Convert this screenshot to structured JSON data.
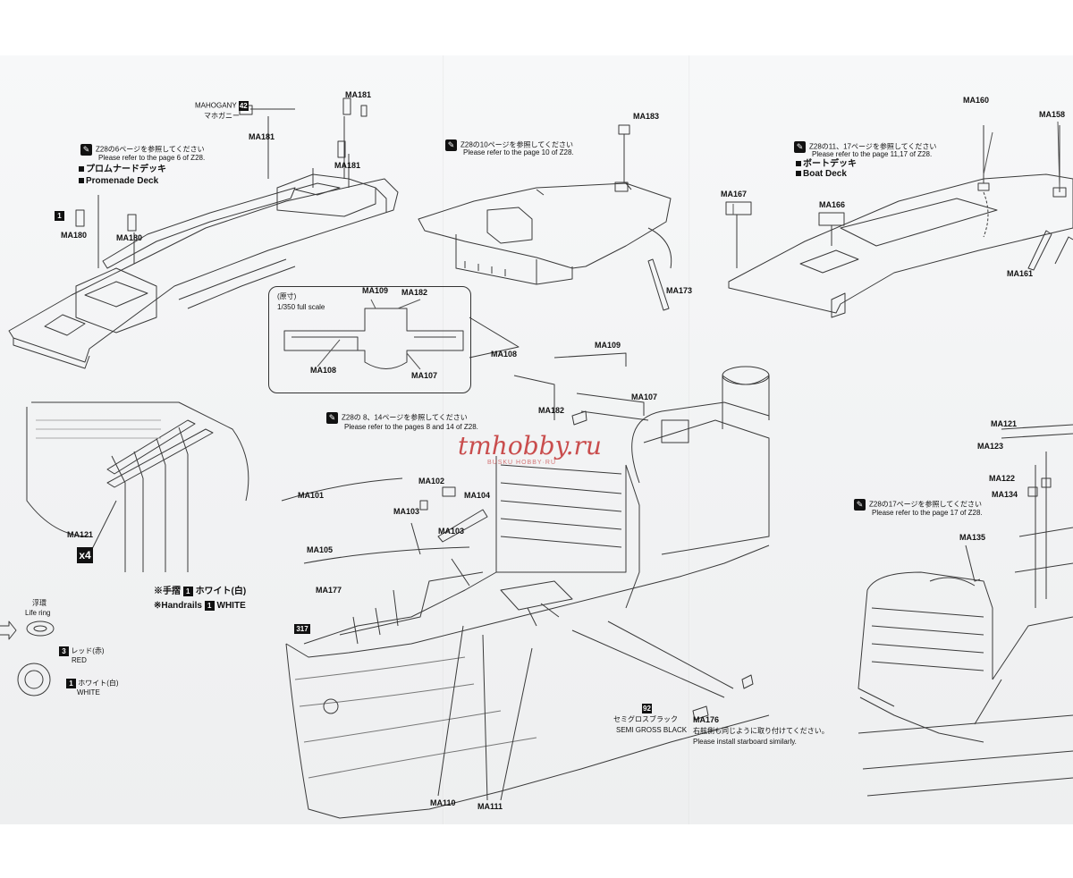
{
  "parts": {
    "ma181_top": "MA181",
    "ma181_left": "MA181",
    "ma181_right": "MA181",
    "ma180_a": "MA180",
    "ma180_b": "MA180",
    "ma183": "MA183",
    "ma173": "MA173",
    "ma160": "MA160",
    "ma158": "MA158",
    "ma167": "MA167",
    "ma166": "MA166",
    "ma161": "MA161",
    "ma109_box": "MA109",
    "ma182_box": "MA182",
    "ma108_box": "MA108",
    "ma107_box": "MA107",
    "ma108": "MA108",
    "ma109": "MA109",
    "ma107": "MA107",
    "ma182": "MA182",
    "ma121": "MA121",
    "ma101": "MA101",
    "ma102": "MA102",
    "ma104": "MA104",
    "ma103_a": "MA103",
    "ma103_b": "MA103",
    "ma105": "MA105",
    "ma177": "MA177",
    "ma176": "MA176",
    "ma110": "MA110",
    "ma111": "MA111",
    "ma121_right": "MA121",
    "ma123": "MA123",
    "ma122": "MA122",
    "ma134": "MA134",
    "ma135": "MA135"
  },
  "notes": {
    "mahogany_en": "MAHOGANY",
    "mahogany_num": "42",
    "mahogany_jp": "マホガニー",
    "promenade_ref_jp": "Z28の6ページを参照してください",
    "promenade_ref_en": "Please refer to the page 6 of Z28.",
    "promenade_jp": "プロムナードデッキ",
    "promenade_en": "Promenade Deck",
    "page10_ref_jp": "Z28の10ページを参照してください",
    "page10_ref_en": "Please refer to the page 10 of Z28.",
    "boat_ref_jp": "Z28の11、17ページを参照してください",
    "boat_ref_en": "Please refer to the page 11,17 of Z28.",
    "boat_jp": "ボートデッキ",
    "boat_en": "Boat Deck",
    "scale_jp": "(原寸)",
    "scale_en": "1/350 full scale",
    "pages814_ref_jp": "Z28の 8、14ページを参照してください",
    "pages814_ref_en": "Please refer to the pages 8 and 14 of Z28.",
    "page17_ref_jp": "Z28の17ページを参照してください",
    "page17_ref_en": "Please refer to the page 17 of Z28.",
    "x4": "x4",
    "handrails_jp_prefix": "※手摺",
    "handrails_jp_suffix": "ホワイト(白)",
    "handrails_en_prefix": "※Handrails",
    "handrails_en_suffix": "WHITE",
    "handrails_num": "1",
    "lifering_jp": "浮環",
    "lifering_en": "Life ring",
    "red_jp": "レッド(赤)",
    "red_en": "RED",
    "red_num": "3",
    "white_jp": "ホワイト(白)",
    "white_en": "WHITE",
    "white_num": "1",
    "semigloss_num": "92",
    "semigloss_jp": "セミグロスブラック",
    "semigloss_en": "SEMI GROSS BLACK",
    "starboard_jp": "右舷側も同じように取り付けてください。",
    "starboard_en": "Please install starboard similarly.",
    "num_1_left": "1",
    "num_317": "317"
  },
  "watermark": {
    "text": "tmhobby.ru",
    "sub": "BUSKU HOBBY·RU",
    "color": "#be1e1e"
  }
}
